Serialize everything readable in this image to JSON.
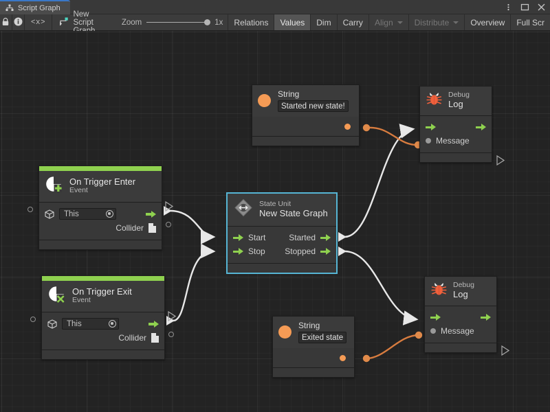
{
  "window": {
    "tab_label": "Script Graph",
    "tab_icon": "graph-hierarchy-icon",
    "controls": [
      "more-options-icon",
      "maximize-icon",
      "close-icon"
    ]
  },
  "toolbar": {
    "lock_icon": "lock-icon",
    "info_icon": "info-icon",
    "code_label": "<x>",
    "graph_icon": "script-graph-icon",
    "graph_name": "New Script Graph",
    "zoom_label": "Zoom",
    "zoom_value": "1x",
    "zoom_percent": 100,
    "buttons": [
      {
        "label": "Relations",
        "state": "normal",
        "caret": false
      },
      {
        "label": "Values",
        "state": "active",
        "caret": false
      },
      {
        "label": "Dim",
        "state": "normal",
        "caret": false
      },
      {
        "label": "Carry",
        "state": "normal",
        "caret": false
      },
      {
        "label": "Align",
        "state": "dim",
        "caret": true
      },
      {
        "label": "Distribute",
        "state": "dim",
        "caret": true
      },
      {
        "label": "Overview",
        "state": "normal",
        "caret": false
      },
      {
        "label": "Full Scr",
        "state": "normal",
        "caret": false
      }
    ]
  },
  "colors": {
    "accent_event": "#8fd14f",
    "accent_string": "#f59b55",
    "flow_edge": "#e8e8e8",
    "value_edge": "#d87c3f",
    "selection": "#56b5d4",
    "canvas_bg": "#232323",
    "node_bg": "#3b3b3b"
  },
  "nodes": {
    "on_trigger_enter": {
      "icon": "on-trigger-enter-icon",
      "title": "On Trigger Enter",
      "subtitle": "Event",
      "target_value": "This",
      "target_icon": "cube-icon",
      "picker_icon": "target-picker-icon",
      "output_flow": "flow-output",
      "output_value_label": "Collider",
      "output_value_icon": "collider-doc-icon"
    },
    "on_trigger_exit": {
      "icon": "on-trigger-exit-icon",
      "title": "On Trigger Exit",
      "subtitle": "Event",
      "target_value": "This",
      "target_icon": "cube-icon",
      "picker_icon": "target-picker-icon",
      "output_flow": "flow-output",
      "output_value_label": "Collider",
      "output_value_icon": "collider-doc-icon"
    },
    "state_unit": {
      "icon": "state-unit-icon",
      "subtitle": "State Unit",
      "title": "New  State  Graph",
      "selected": true,
      "inputs": [
        "Start",
        "Stop"
      ],
      "outputs": [
        "Started",
        "Stopped"
      ]
    },
    "string_top": {
      "icon": "string-value-icon",
      "title": "String",
      "value": "Started new state!"
    },
    "string_bottom": {
      "icon": "string-value-icon",
      "title": "String",
      "value": "Exited state"
    },
    "debug_log_top": {
      "icon": "bug-icon",
      "subtitle": "Debug",
      "title": "Log",
      "input_flow": "flow-input",
      "output_flow": "flow-output",
      "message_label": "Message"
    },
    "debug_log_bottom": {
      "icon": "bug-icon",
      "subtitle": "Debug",
      "title": "Log",
      "input_flow": "flow-input",
      "output_flow": "flow-output",
      "message_label": "Message"
    }
  }
}
